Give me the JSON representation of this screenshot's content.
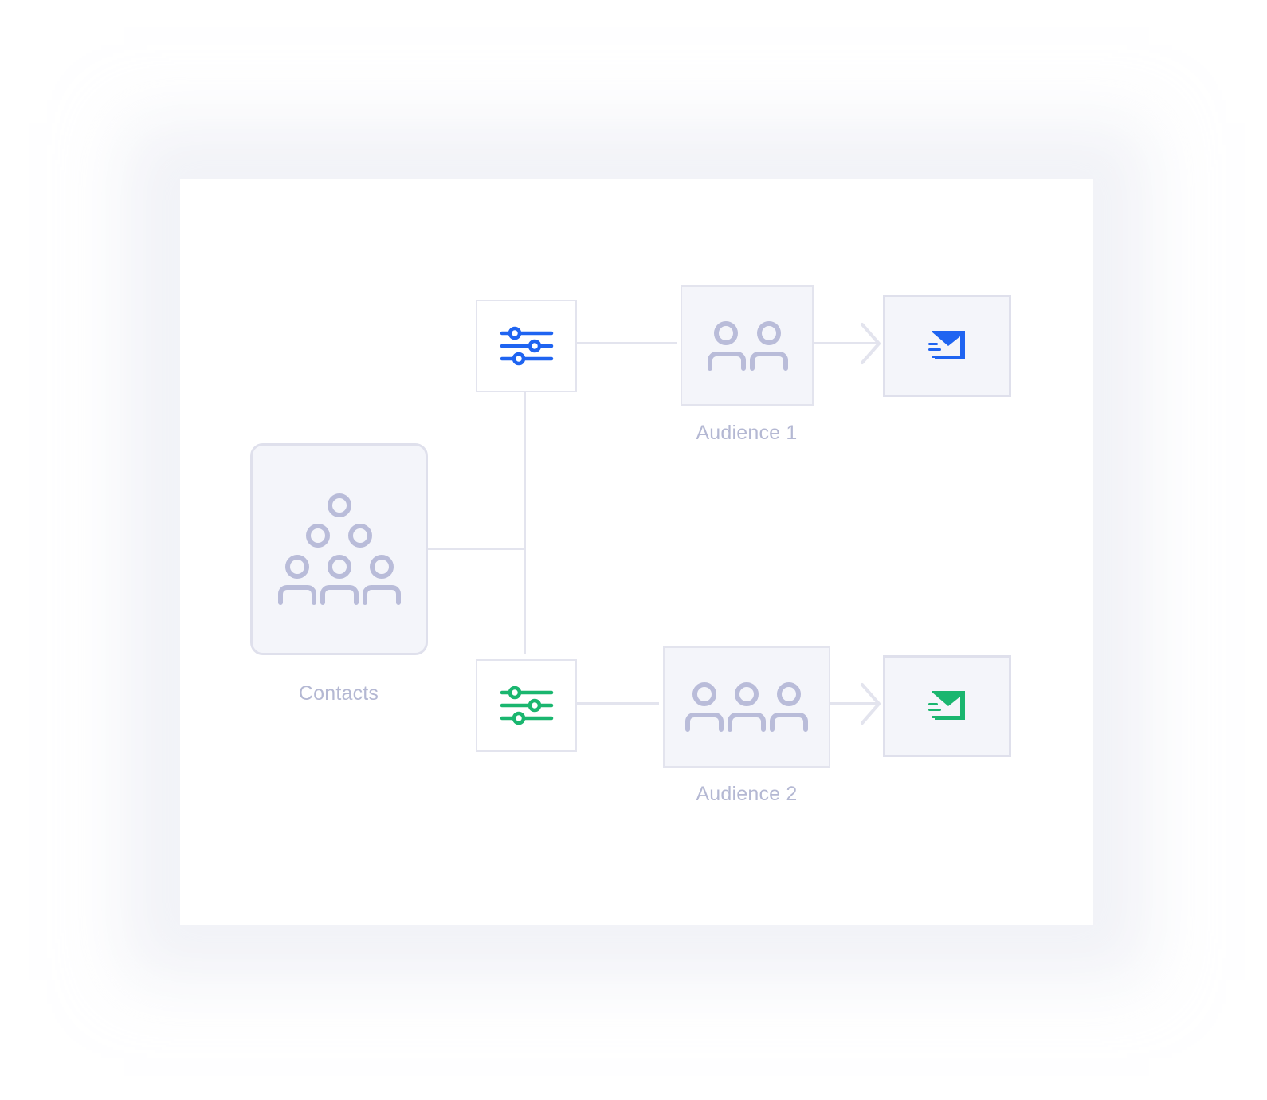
{
  "diagram": {
    "source": {
      "label": "Contacts",
      "icon": "group-of-people-icon"
    },
    "branches": [
      {
        "filter_icon": "sliders-filter-icon",
        "filter_color": "#1f64f1",
        "audience_label": "Audience 1",
        "audience_icon": "two-people-icon",
        "send_icon": "send-email-icon",
        "send_color": "#1f64f1"
      },
      {
        "filter_icon": "sliders-filter-icon",
        "filter_color": "#1ab66f",
        "audience_label": "Audience 2",
        "audience_icon": "three-people-icon",
        "send_icon": "send-email-icon",
        "send_color": "#1ab66f"
      }
    ],
    "colors": {
      "people_icon": "#b9bcd9",
      "connector": "#e3e4ee",
      "label": "#b4b8d3"
    }
  }
}
